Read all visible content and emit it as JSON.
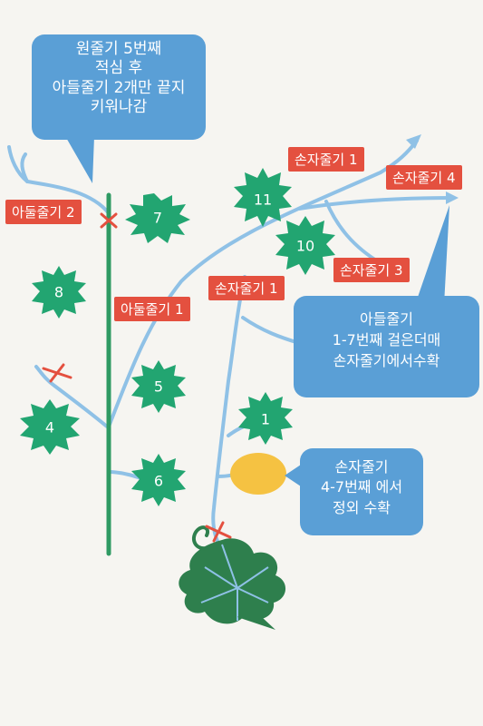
{
  "callouts": {
    "main_topping": [
      "원줄기 5번째",
      "적심 후",
      "아들줄기 2개만 끝지",
      "키워나감"
    ],
    "son_harvest": [
      "아들줄기",
      "1-7번째 걸은더매",
      "손자줄기에서수확"
    ],
    "grandson_harvest": [
      "손자줄기",
      "4-7번째 에서",
      "정외 수확"
    ]
  },
  "stem_labels": {
    "son_stem_2": "아둘줄기 2",
    "son_stem_1": "아둘줄기 1",
    "grandson_1_upper": "손자줄기 1",
    "grandson_1_lower": "손자줄기 1",
    "grandson_3": "손자줄기 3",
    "grandson_4": "손자줄기 4"
  },
  "leaf_numbers": {
    "leaf_1": "1",
    "leaf_4": "4",
    "leaf_5": "5",
    "leaf_6": "6",
    "leaf_7": "7",
    "leaf_8": "8",
    "leaf_10": "10",
    "leaf_11": "11"
  },
  "colors": {
    "background": "#f6f5f1",
    "callout": "#5a9fd6",
    "stem_label": "#e4503f",
    "main_stem": "#2f9a63",
    "vine": "#8fc1e6",
    "leaf": "#22a571",
    "fruit": "#f5c242",
    "cut_mark": "#e4503f"
  }
}
